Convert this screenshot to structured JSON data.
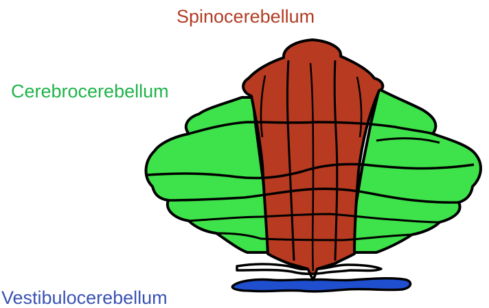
{
  "labels": {
    "spinocerebellum": "Spinocerebellum",
    "cerebrocerebellum": "Cerebrocerebellum",
    "vestibulocerebellum": "Vestibulocerebellum"
  },
  "colors": {
    "spinocerebellum": "#b83a21",
    "cerebrocerebellum": "#3ee24a",
    "vestibulocerebellum": "#1f4fcf",
    "spino_label": "#b13c24",
    "cerebro_label": "#1fb34a",
    "vestibulo_label": "#3a52b4",
    "outline": "#000000"
  }
}
